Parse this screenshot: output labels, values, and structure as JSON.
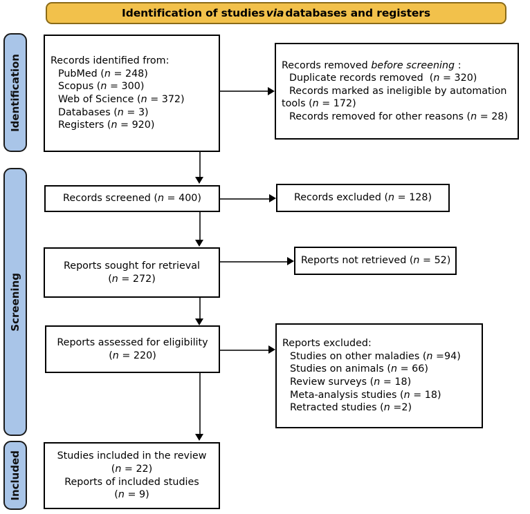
{
  "banner": {
    "text_before": "Identification of studies",
    "text_italic": "via",
    "text_after": "databases and registers",
    "fill_color": "#F2C14B",
    "border_color": "#8A6A17"
  },
  "stages": [
    {
      "id": "identification",
      "label": "Identification"
    },
    {
      "id": "screening",
      "label": "Screening"
    },
    {
      "id": "included",
      "label": "Included"
    }
  ],
  "stage_bar_color": "#A9C5E8",
  "boxes": {
    "identified": {
      "title": "Records identified from:",
      "items": [
        {
          "label": "PubMed",
          "n": "248",
          "text": "PubMed (n = 248)"
        },
        {
          "label": "Scopus",
          "n": "300",
          "text": "Scopus (n = 300)"
        },
        {
          "label": "Web of Science",
          "n": "372",
          "text": "Web of Science (n = 372)"
        },
        {
          "label": "Databases",
          "n": "3",
          "text": "Databases (n = 3)"
        },
        {
          "label": "Registers",
          "n": "920",
          "text": "Registers (n = 920)"
        }
      ]
    },
    "removed_before_screening": {
      "title_before": "Records removed",
      "title_italic": "before screening",
      "title_after": ":",
      "items": [
        {
          "label": "Duplicate records removed",
          "n": "320",
          "text": "Duplicate records removed  (n = 320)"
        },
        {
          "label": "Records marked as ineligible by automation tools",
          "n": "172",
          "text": "Records marked as ineligible by automation tools (n = 172)"
        },
        {
          "label": "Records removed for other reasons",
          "n": "28",
          "text": "Records removed for other reasons (n = 28)"
        }
      ]
    },
    "records_screened": {
      "label": "Records screened",
      "n": "400",
      "text": "Records screened (n = 400)"
    },
    "records_excluded": {
      "label": "Records excluded",
      "n": "128",
      "text": "Records excluded (n = 128)"
    },
    "reports_sought": {
      "label": "Reports sought for retrieval",
      "n": "272",
      "line1": "Reports sought for retrieval",
      "line2": "(n = 272)"
    },
    "reports_not_retrieved": {
      "label": "Reports not retrieved",
      "n": "52",
      "text": "Reports not retrieved (n = 52)"
    },
    "reports_assessed": {
      "label": "Reports assessed for eligibility",
      "n": "220",
      "line1": "Reports assessed for eligibility",
      "line2": "(n = 220)"
    },
    "reports_excluded": {
      "title": "Reports excluded:",
      "items": [
        {
          "label": "Studies on other maladies",
          "n": "94",
          "text": "Studies on other maladies (n =94)"
        },
        {
          "label": "Studies on animals",
          "n": "66",
          "text": "Studies on animals (n = 66)"
        },
        {
          "label": "Review surveys",
          "n": "18",
          "text": "Review surveys (n = 18)"
        },
        {
          "label": "Meta-analysis studies",
          "n": "18",
          "text": "Meta-analysis studies (n = 18)"
        },
        {
          "label": "Retracted studies",
          "n": "2",
          "text": "Retracted studies (n =2)"
        }
      ]
    },
    "included": {
      "line1": "Studies included in the review",
      "line2": "(n = 22)",
      "line3": "Reports of included studies",
      "line4": "(n = 9)"
    }
  },
  "chart_data": {
    "type": "diagram",
    "title": "Identification of studies via databases and registers",
    "diagram_kind": "PRISMA flow diagram",
    "nodes": [
      {
        "id": "identified",
        "stage": "Identification",
        "column": "left",
        "values": {
          "PubMed": 248,
          "Scopus": 300,
          "Web of Science": 372,
          "Databases": 3,
          "Registers": 920
        }
      },
      {
        "id": "removed_before_screening",
        "stage": "Identification",
        "column": "right",
        "values": {
          "Duplicate records removed": 320,
          "Records marked as ineligible by automation tools": 172,
          "Records removed for other reasons": 28
        }
      },
      {
        "id": "records_screened",
        "stage": "Screening",
        "column": "left",
        "values": {
          "n": 400
        }
      },
      {
        "id": "records_excluded",
        "stage": "Screening",
        "column": "right",
        "values": {
          "n": 128
        }
      },
      {
        "id": "reports_sought",
        "stage": "Screening",
        "column": "left",
        "values": {
          "n": 272
        }
      },
      {
        "id": "reports_not_retrieved",
        "stage": "Screening",
        "column": "right",
        "values": {
          "n": 52
        }
      },
      {
        "id": "reports_assessed",
        "stage": "Screening",
        "column": "left",
        "values": {
          "n": 220
        }
      },
      {
        "id": "reports_excluded",
        "stage": "Screening",
        "column": "right",
        "values": {
          "Studies on other maladies": 94,
          "Studies on animals": 66,
          "Review surveys": 18,
          "Meta-analysis studies": 18,
          "Retracted studies": 2
        }
      },
      {
        "id": "included",
        "stage": "Included",
        "column": "left",
        "values": {
          "Studies included in the review": 22,
          "Reports of included studies": 9
        }
      }
    ],
    "edges": [
      {
        "from": "identified",
        "to": "removed_before_screening",
        "direction": "right"
      },
      {
        "from": "identified",
        "to": "records_screened",
        "direction": "down"
      },
      {
        "from": "records_screened",
        "to": "records_excluded",
        "direction": "right"
      },
      {
        "from": "records_screened",
        "to": "reports_sought",
        "direction": "down"
      },
      {
        "from": "reports_sought",
        "to": "reports_not_retrieved",
        "direction": "right"
      },
      {
        "from": "reports_sought",
        "to": "reports_assessed",
        "direction": "down"
      },
      {
        "from": "reports_assessed",
        "to": "reports_excluded",
        "direction": "right"
      },
      {
        "from": "reports_assessed",
        "to": "included",
        "direction": "down"
      }
    ]
  }
}
